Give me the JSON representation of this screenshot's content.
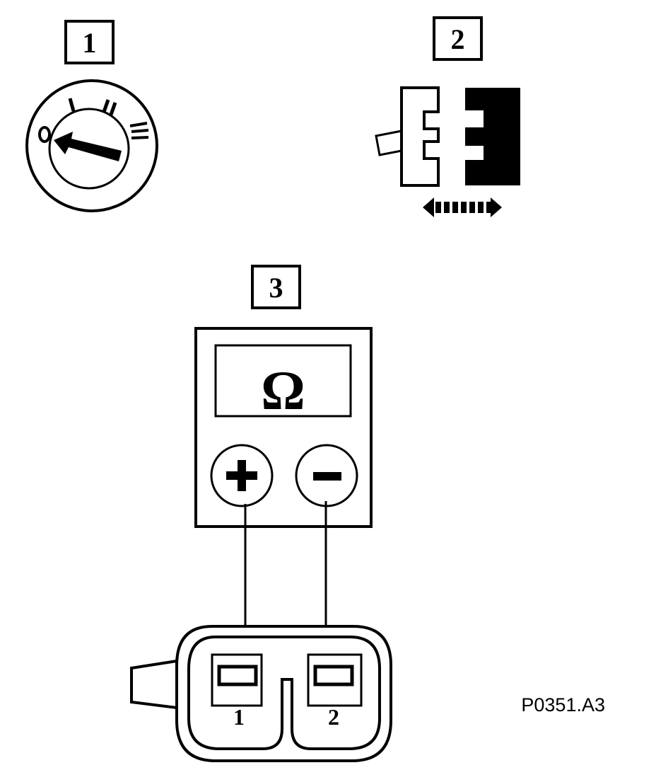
{
  "steps": [
    {
      "number": "1"
    },
    {
      "number": "2"
    },
    {
      "number": "3"
    }
  ],
  "ignition": {
    "positions": [
      "O",
      "I",
      "II",
      "III"
    ]
  },
  "multimeter": {
    "unit_symbol": "Ω",
    "plus_symbol": "+",
    "minus_symbol": "−"
  },
  "connector": {
    "pins": [
      "1",
      "2"
    ]
  },
  "figure_code": "P0351.A3"
}
